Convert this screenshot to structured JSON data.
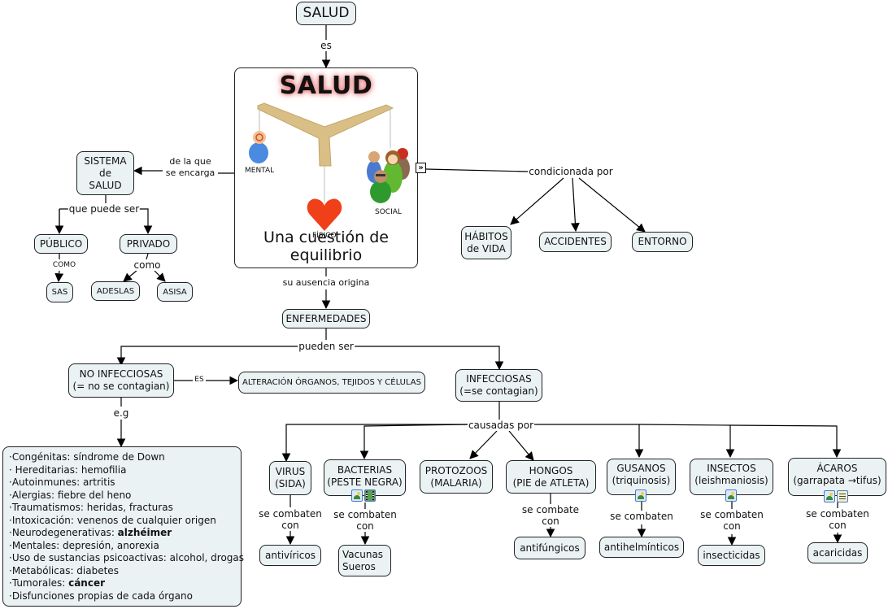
{
  "top_concept": "SALUD",
  "central": {
    "title": "SALUD",
    "subtitle": "Una cuestión de equilibrio",
    "labels": {
      "mental": "MENTAL",
      "fisico": "FÍSICO",
      "social": "SOCIAL"
    },
    "expand_icon": "»"
  },
  "links": {
    "es": "es",
    "de_la_que": "de la que\nse encarga",
    "que_puede_ser": "que puede ser",
    "como_upper": "COMO",
    "como_lower": "como",
    "condicionada_por": "condicionada por",
    "su_ausencia": "su ausencia origina",
    "pueden_ser": "pueden ser",
    "es_upper": "ES",
    "eg": "e.g",
    "causadas_por": "causadas por",
    "virus_combat": "se combaten\ncon",
    "bacterias_combat": "se combaten\ncon",
    "hongos_combat": "se combate\ncon",
    "gusanos_combat": "se combaten",
    "insectos_combat": "se combaten\ncon",
    "acaros_combat": "se combaten\ncon"
  },
  "nodes": {
    "sistema": "SISTEMA\nde\nSALUD",
    "publico": "PÚBLICO",
    "privado": "PRIVADO",
    "sas": "SAS",
    "adeslas": "ADESLAS",
    "asisa": "ASISA",
    "habitos": "HÁBITOS\nde VIDA",
    "accidentes": "ACCIDENTES",
    "entorno": "ENTORNO",
    "enfermedades": "ENFERMEDADES",
    "no_infecciosas": "NO INFECCIOSAS\n(= no se contagian)",
    "alteracion": "ALTERACIÓN ÓRGANOS, TEJIDOS Y CÉLULAS",
    "infecciosas": "INFECCIOSAS\n(=se contagian)",
    "virus": "VIRUS\n(SIDA)",
    "bacterias": "BACTERIAS\n(PESTE NEGRA)",
    "protozoos": "PROTOZOOS\n(MALARIA)",
    "hongos": "HONGOS\n(PIE de ATLETA)",
    "gusanos": "GUSANOS\n(triquinosis)",
    "insectos": "INSECTOS\n(leishmaniosis)",
    "acaros": "ÁCAROS\n(garrapata →tifus)",
    "antiviricos": "antivíricos",
    "vacunas": "Vacunas\nSueros",
    "antifungicos": "antifúngicos",
    "antihelminticos": "antihelmínticos",
    "insecticidas": "insecticidas",
    "acaricidas": "acaricidas"
  },
  "examples": [
    {
      "pre": "·Congénitas: síndrome de Down",
      "bold": ""
    },
    {
      "pre": "· Hereditarias: hemofilia",
      "bold": ""
    },
    {
      "pre": "·Autoinmunes: artritis",
      "bold": ""
    },
    {
      "pre": "·Alergias: fiebre del heno",
      "bold": ""
    },
    {
      "pre": "·Traumatismos: heridas, fracturas",
      "bold": ""
    },
    {
      "pre": "·Intoxicación: venenos de cualquier origen",
      "bold": ""
    },
    {
      "pre": "·Neurodegenerativas: ",
      "bold": "alzhéimer"
    },
    {
      "pre": "·Mentales: depresión, anorexia",
      "bold": ""
    },
    {
      "pre": "·Uso de sustancias psicoactivas: alcohol, drogas",
      "bold": ""
    },
    {
      "pre": "·Metabólicas: diabetes",
      "bold": ""
    },
    {
      "pre": "·Tumorales: ",
      "bold": "cáncer"
    },
    {
      "pre": "·Disfunciones propias de cada órgano",
      "bold": ""
    }
  ],
  "colors": {
    "node_fill": "#ebf2f4",
    "line": "#000000",
    "title_glow": "#e06060"
  }
}
